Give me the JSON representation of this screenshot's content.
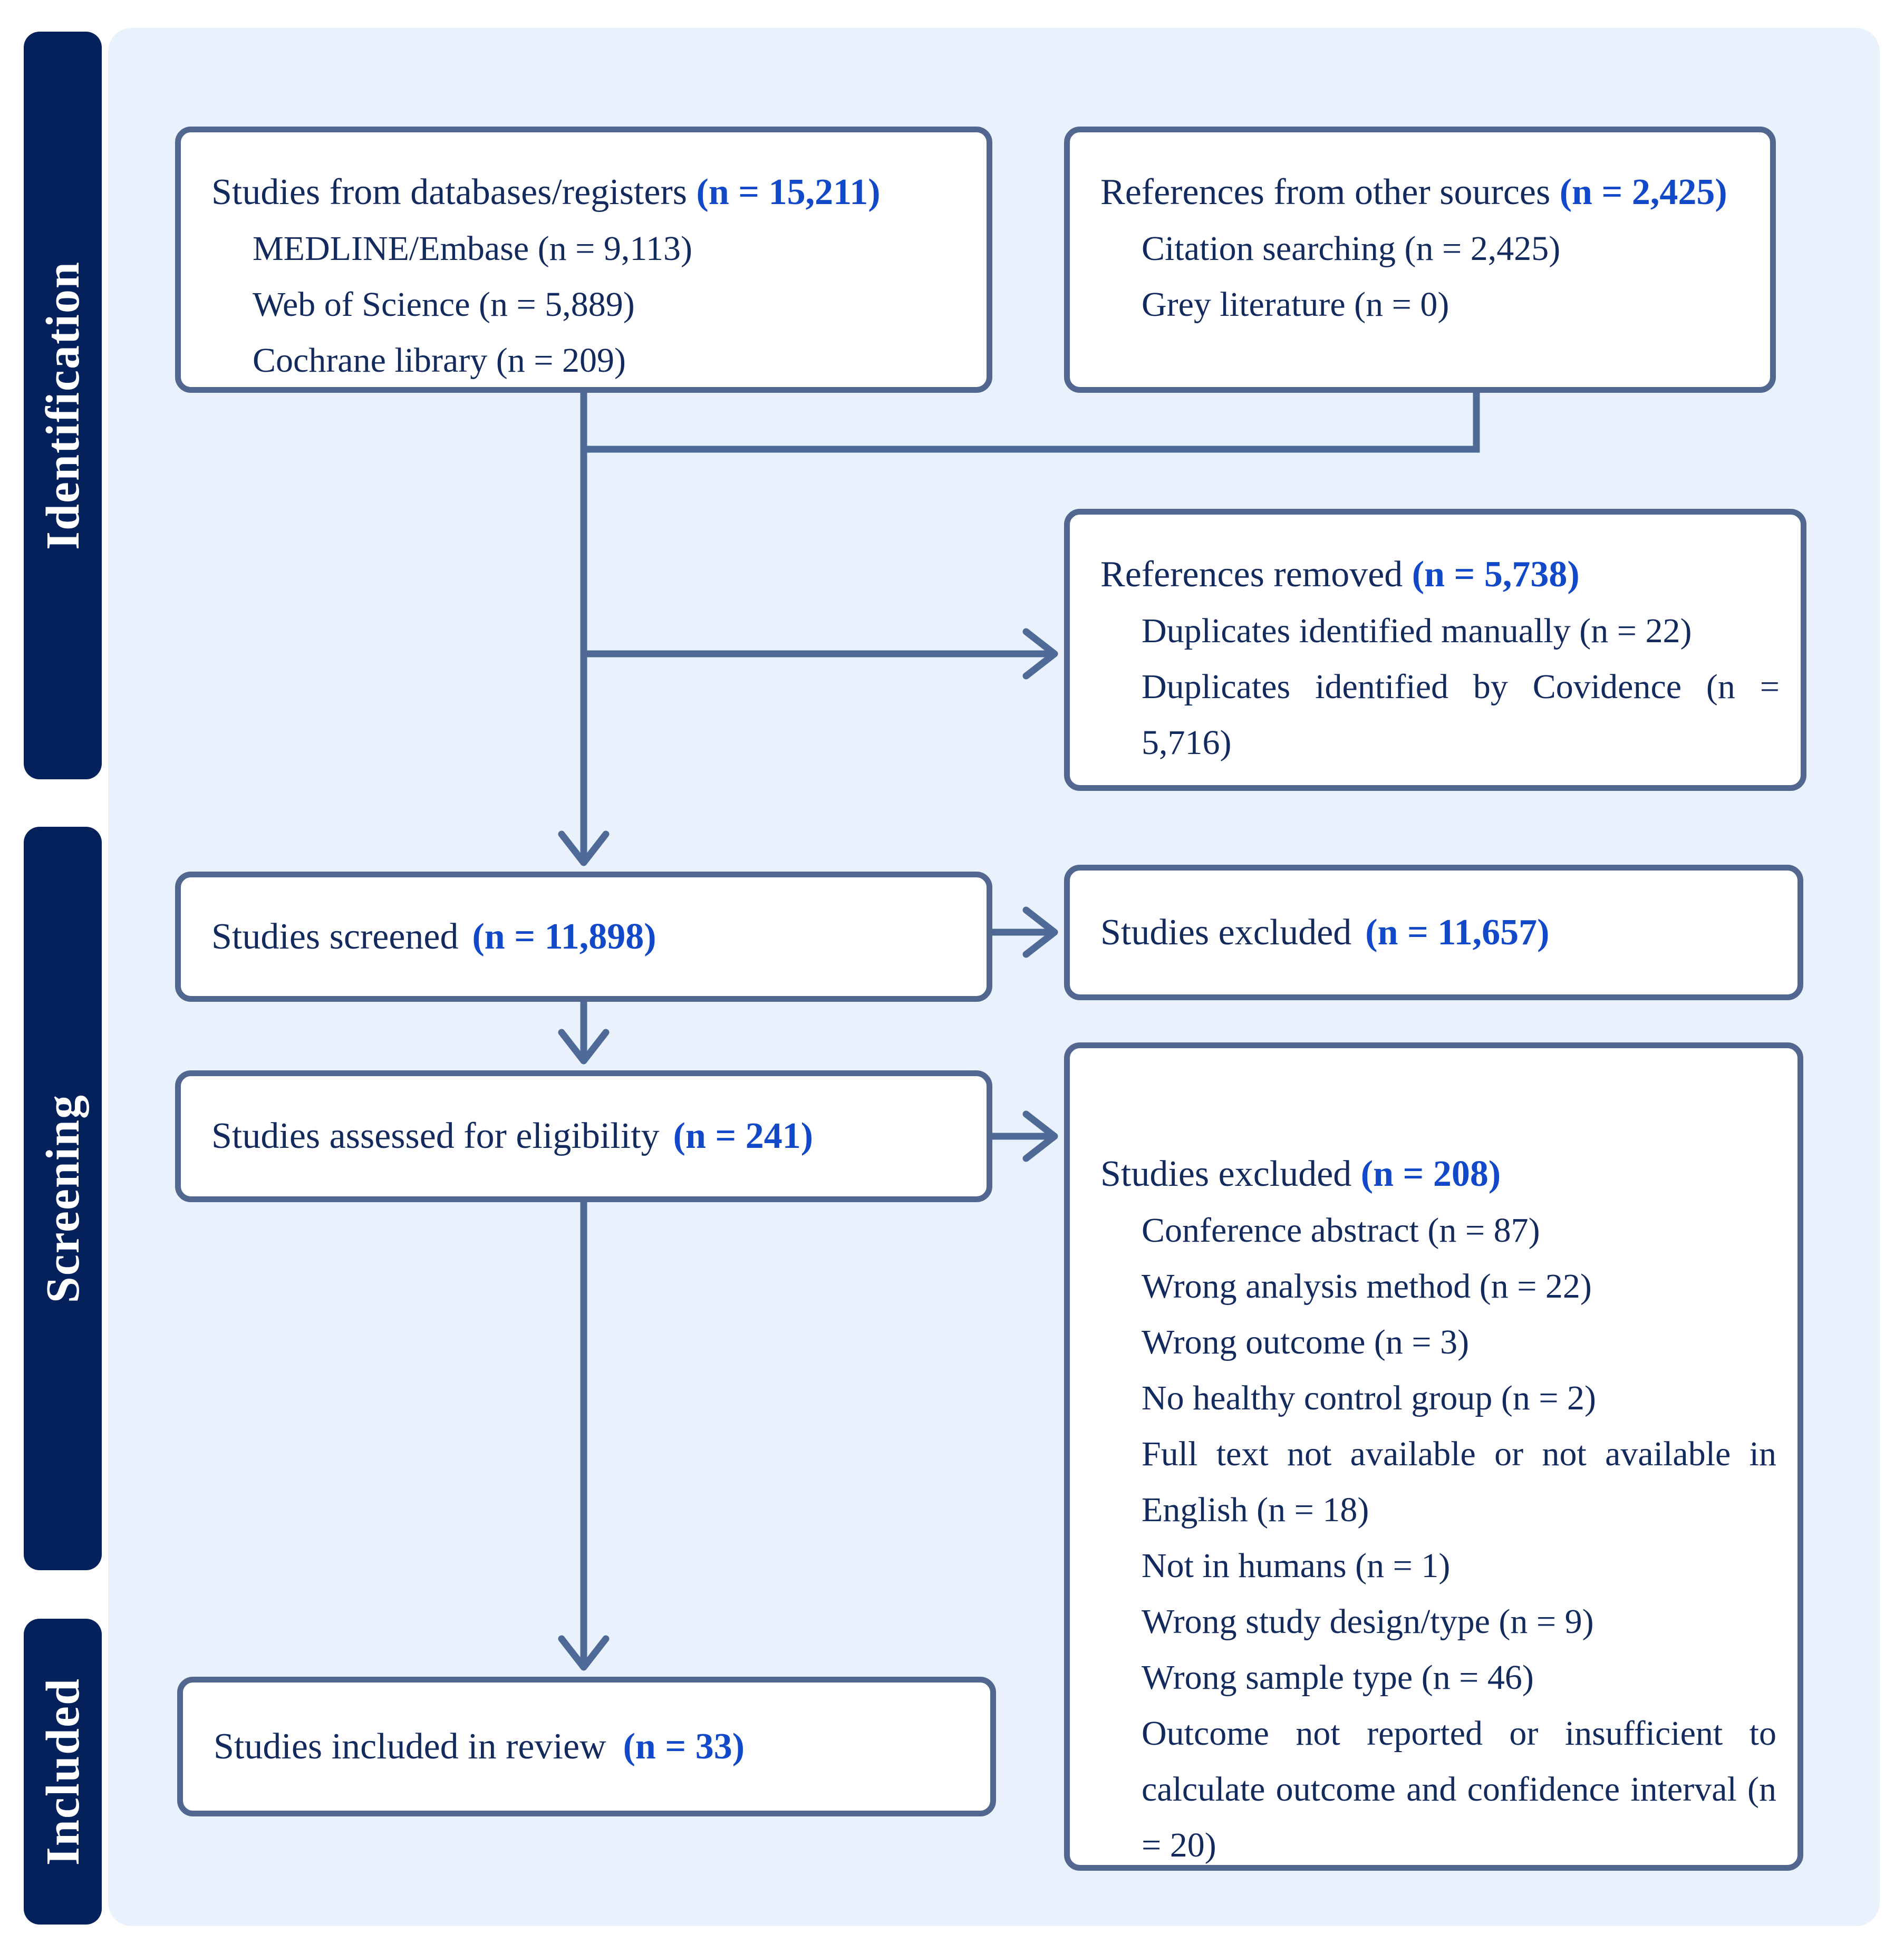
{
  "diagram": {
    "type": "prisma-flow",
    "colors": {
      "page_background": "#ffffff",
      "panel_background": "#e9f1fc",
      "sidebar_bar": "#04215c",
      "sidebar_text": "#ffffff",
      "box_border": "#51678f",
      "connector": "#506a97",
      "text_navy": "#132a5e",
      "count_blue": "#1149c9"
    },
    "sidebar": {
      "stages": [
        {
          "label": "Identification"
        },
        {
          "label": "Screening"
        },
        {
          "label": "Included"
        }
      ]
    },
    "boxes": {
      "databases": {
        "title": "Studies from databases/registers",
        "count": "(n = 15,211)",
        "items": [
          "MEDLINE/Embase (n = 9,113)",
          "Web of Science (n = 5,889)",
          "Cochrane library (n = 209)"
        ]
      },
      "other_sources": {
        "title": "References from other sources",
        "count": "(n = 2,425)",
        "items": [
          "Citation searching (n = 2,425)",
          "Grey literature (n = 0)"
        ]
      },
      "references_removed": {
        "title": "References removed",
        "count": "(n = 5,738)",
        "items": [
          "Duplicates identified manually (n = 22)",
          "Duplicates identified by Covidence (n = 5,716)"
        ]
      },
      "screened": {
        "title": "Studies screened",
        "count": "(n = 11,898)"
      },
      "excluded_screened": {
        "title": "Studies excluded",
        "count": "(n = 11,657)"
      },
      "assessed": {
        "title": "Studies assessed for eligibility",
        "count": "(n = 241)"
      },
      "excluded_assessed": {
        "title": "Studies excluded",
        "count": "(n = 208)",
        "items": [
          "Conference abstract (n = 87)",
          "Wrong analysis method (n = 22)",
          "Wrong outcome (n = 3)",
          "No healthy control group (n = 2)",
          "Full text not available or not available in English (n = 18)",
          "Not in humans (n = 1)",
          "Wrong study design/type (n = 9)",
          "Wrong sample type (n = 46)",
          "Outcome not reported or insufficient to calculate outcome and confidence interval (n = 20)"
        ]
      },
      "included": {
        "title": "Studies included in review",
        "count": "(n = 33)"
      }
    }
  }
}
